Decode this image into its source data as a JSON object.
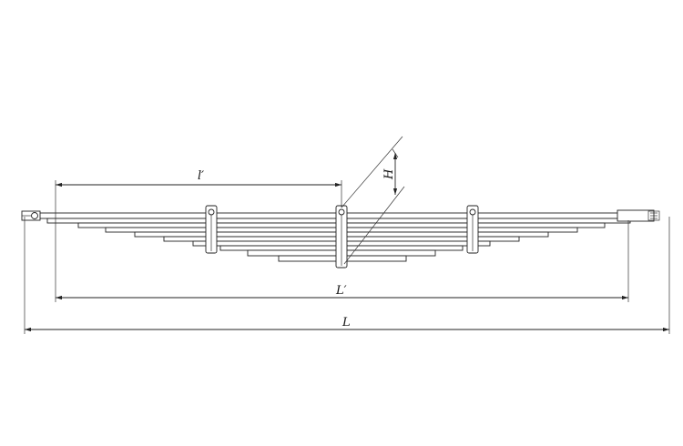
{
  "drawing": {
    "dimensions": {
      "l_prime": "l′",
      "L_prime": "L′",
      "L": "L",
      "H": "H"
    },
    "leaf_count": 9,
    "clamp_count": 3
  }
}
